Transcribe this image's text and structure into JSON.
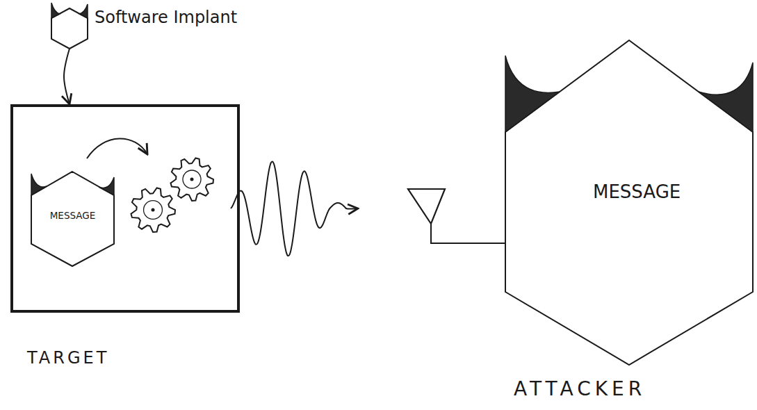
{
  "diagram": {
    "nodes": [
      {
        "text": [
          "Software Implant"
        ]
      },
      {
        "text": [
          "TARGET"
        ]
      },
      {
        "text": [
          "MESSAGE"
        ],
        "in": 1
      },
      {
        "text": [
          "MESSAGE",
          "ATTACKER"
        ]
      }
    ],
    "edges": [
      {
        "from": 0,
        "to": 1,
        "arrow": "to"
      }
    ]
  }
}
